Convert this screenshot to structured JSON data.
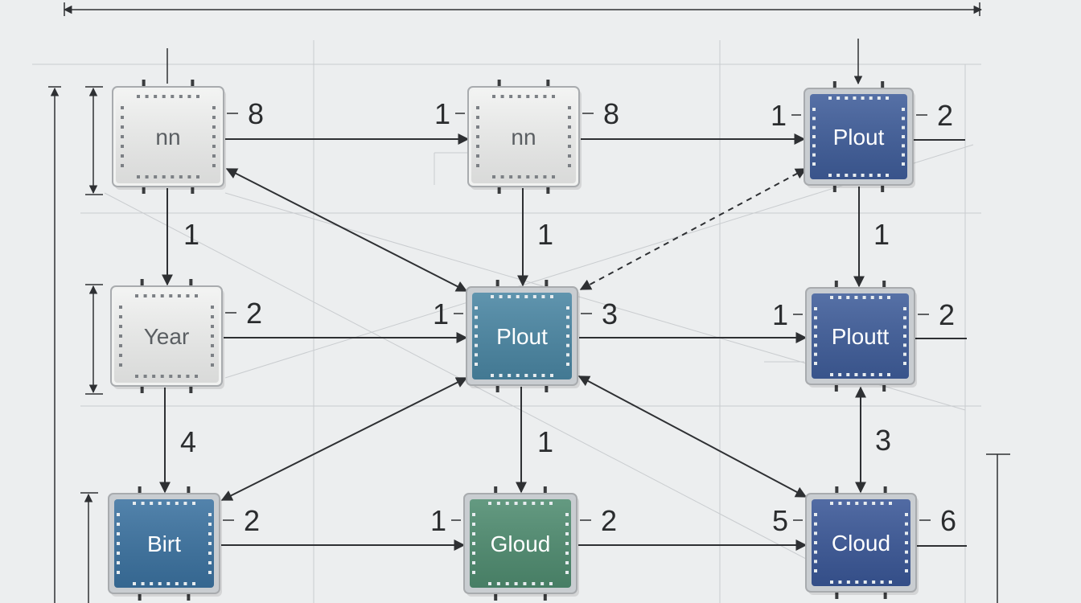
{
  "colors": {
    "background": "#eceeef",
    "line": "#2e3033",
    "chip_border": "#a8abae",
    "white_chip": "#f1f2f1",
    "blue_chip": "#3f5d9a",
    "teal_chip": "#4a86a3",
    "steel_chip": "#3b72a0",
    "green_chip": "#4f8c70",
    "navy_chip": "#3a5797"
  },
  "nodes": [
    {
      "id": "n1",
      "label": "nn",
      "style": "white",
      "left": "",
      "right": "8"
    },
    {
      "id": "n2",
      "label": "nn",
      "style": "white",
      "left": "1",
      "right": "8"
    },
    {
      "id": "n3",
      "label": "Plout",
      "style": "blue",
      "left": "1",
      "right": "2"
    },
    {
      "id": "n4",
      "label": "Year",
      "style": "white",
      "left": "",
      "right": "2"
    },
    {
      "id": "n5",
      "label": "Plout",
      "style": "teal",
      "left": "1",
      "right": "3"
    },
    {
      "id": "n6",
      "label": "Ploutt",
      "style": "blue",
      "left": "1",
      "right": "2"
    },
    {
      "id": "n7",
      "label": "Birt",
      "style": "steel",
      "left": "",
      "right": "2"
    },
    {
      "id": "n8",
      "label": "Gloud",
      "style": "green",
      "left": "1",
      "right": "2"
    },
    {
      "id": "n9",
      "label": "Cloud",
      "style": "navy",
      "left": "5",
      "right": "6"
    }
  ],
  "edge_labels": [
    {
      "id": "n1-n4",
      "text": "1"
    },
    {
      "id": "n2-n5",
      "text": "1"
    },
    {
      "id": "n3-n6",
      "text": "1"
    },
    {
      "id": "n4-n7",
      "text": "4"
    },
    {
      "id": "n5-n8",
      "text": "1"
    },
    {
      "id": "n6-n9",
      "text": "3"
    }
  ]
}
